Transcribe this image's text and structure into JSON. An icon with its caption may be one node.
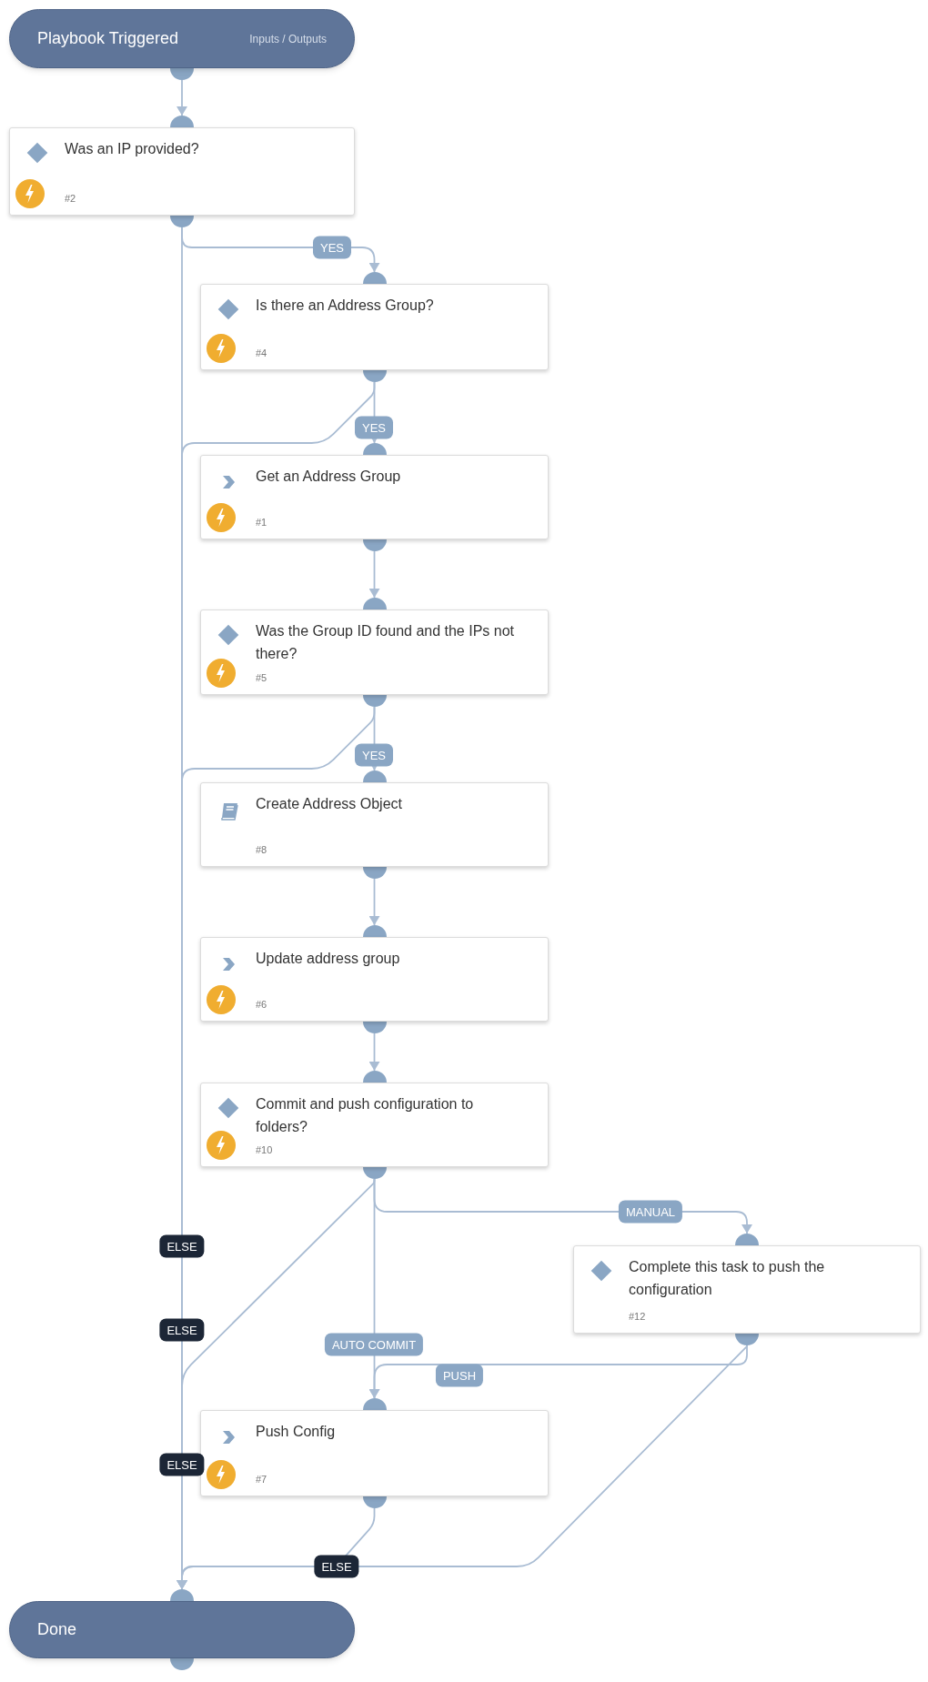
{
  "diagram": {
    "nodes": [
      {
        "text": [
          "Playbook Triggered",
          "Inputs / Outputs"
        ]
      },
      {
        "text": [
          "Was an IP provided?",
          "#2"
        ]
      },
      {
        "text": [
          "Is there an Address Group?",
          "#4"
        ]
      },
      {
        "text": [
          "Get an Address Group",
          "#1"
        ]
      },
      {
        "text": [
          "Was the Group ID found and the IPs not there?",
          "#5"
        ]
      },
      {
        "text": [
          "Create Address Object",
          "#8"
        ]
      },
      {
        "text": [
          "Update address group",
          "#6"
        ]
      },
      {
        "text": [
          "Commit and push configuration to folders?",
          "#10"
        ]
      },
      {
        "text": [
          "Complete this task to push the configuration",
          "#12"
        ]
      },
      {
        "text": [
          "Push Config",
          "#7"
        ]
      },
      {
        "text": [
          "Done"
        ]
      }
    ],
    "edges": [
      {
        "from": 0,
        "to": 1,
        "arrow": "to"
      },
      {
        "from": 1,
        "to": 2,
        "arrow": "to",
        "label": "YES"
      },
      {
        "from": 1,
        "to": 10,
        "arrow": "to",
        "label": "ELSE"
      },
      {
        "from": 2,
        "to": 10,
        "arrow": "to",
        "label": "ELSE"
      },
      {
        "from": 2,
        "to": 3,
        "arrow": "to",
        "label": "YES"
      },
      {
        "from": 3,
        "to": 4,
        "arrow": "to"
      },
      {
        "from": 4,
        "to": 10,
        "arrow": "to",
        "label": "ELSE"
      },
      {
        "from": 4,
        "to": 5,
        "arrow": "to",
        "label": "YES"
      },
      {
        "from": 5,
        "to": 6,
        "arrow": "to"
      },
      {
        "from": 6,
        "to": 7,
        "arrow": "to"
      },
      {
        "from": 7,
        "to": 10,
        "arrow": "to"
      },
      {
        "from": 7,
        "to": 8,
        "arrow": "to",
        "label": "MANUAL"
      },
      {
        "from": 7,
        "to": 9,
        "arrow": "to",
        "label": "AUTO COMMIT"
      },
      {
        "from": 8,
        "to": 9,
        "arrow": "to",
        "label": "PUSH"
      },
      {
        "from": 9,
        "to": 10,
        "arrow": "to",
        "label": "ELSE"
      },
      {
        "from": 8,
        "to": 10,
        "arrow": "to"
      }
    ]
  }
}
